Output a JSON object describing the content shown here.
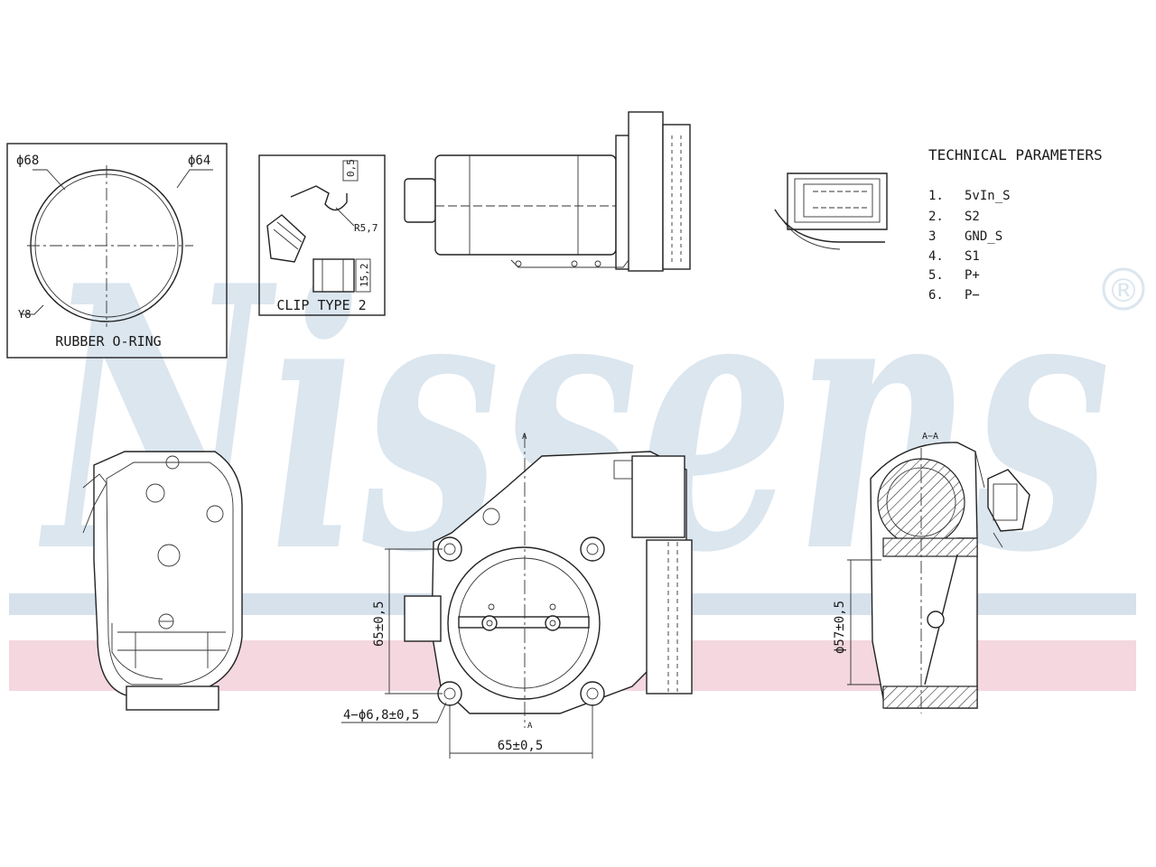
{
  "brand": {
    "name": "Nissens",
    "registered": "®",
    "watermark_color": "#dbe6ef",
    "band_blue": "#d6e1ec",
    "band_red": "#f4d7df"
  },
  "oring_box": {
    "dia_outer": "ϕ68",
    "dia_inner": "ϕ64",
    "thickness": "Ү8",
    "caption": "RUBBER O-RING"
  },
  "clip_box": {
    "dim_a": "0,5",
    "dim_radius": "R5,7",
    "dim_height": "15,2",
    "caption": "CLIP TYPE 2"
  },
  "technical": {
    "title": "TECHNICAL PARAMETERS",
    "pins": [
      {
        "num": "1.",
        "name": "5vIn_S"
      },
      {
        "num": "2.",
        "name": "S2"
      },
      {
        "num": "3",
        "name": "GND_S"
      },
      {
        "num": "4.",
        "name": "S1"
      },
      {
        "num": "5.",
        "name": "P+"
      },
      {
        "num": "6.",
        "name": "P−"
      }
    ]
  },
  "front_view": {
    "section_mark_top": "A",
    "section_mark_bottom": "A",
    "dim_vertical": "65±0,5",
    "dim_horizontal": "65±0,5",
    "dim_holes": "4−ϕ6,8±0,5"
  },
  "section_view": {
    "section_label": "A−A",
    "dim_bore": "ϕ57±0,5"
  }
}
